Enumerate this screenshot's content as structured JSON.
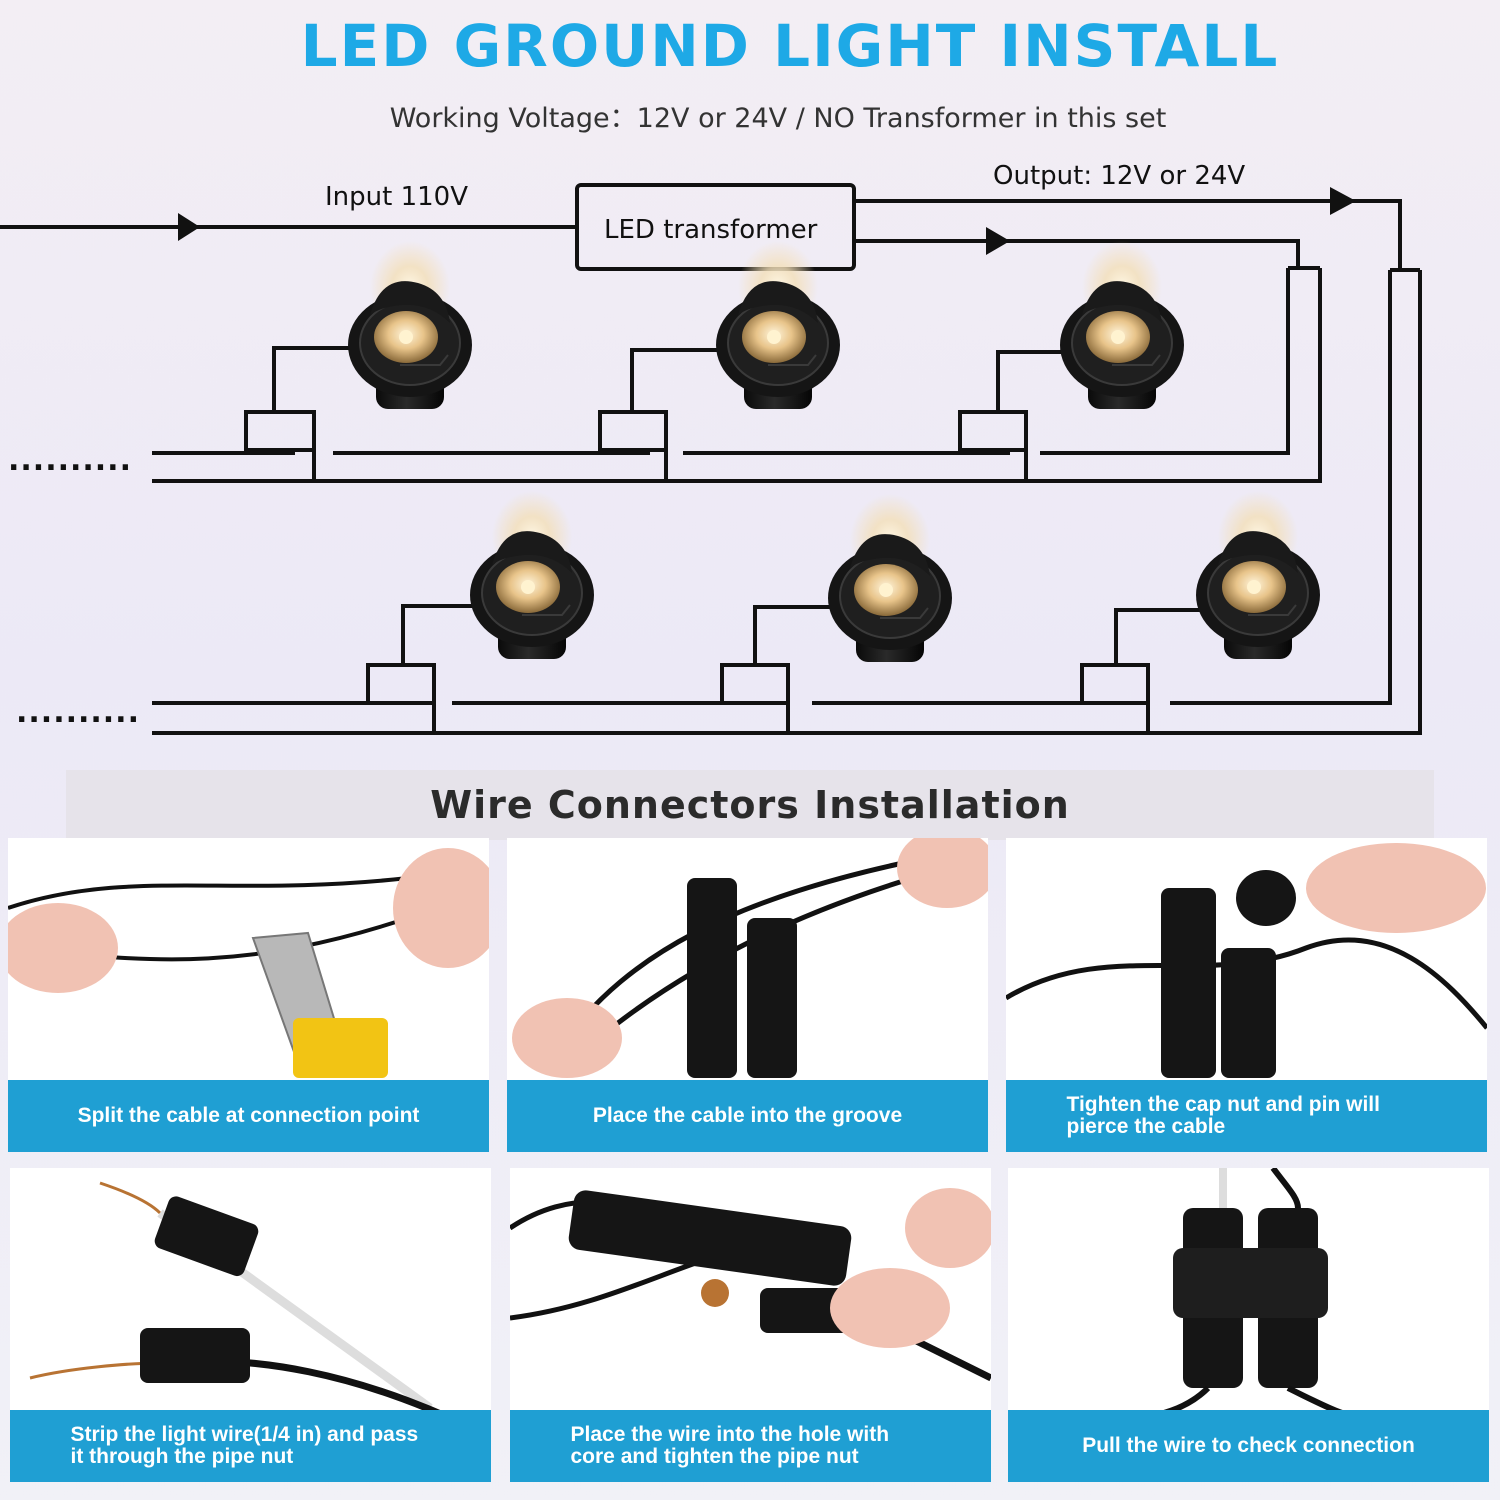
{
  "header": {
    "title": "LED GROUND LIGHT INSTALL",
    "subtitle": "Working Voltage：12V or 24V / NO Transformer in this set"
  },
  "diagram": {
    "input_label": "Input 110V",
    "transformer_label": "LED  transformer",
    "output_label": "Output: 12V or 24V",
    "continuation": "..........",
    "light_color": "#111111",
    "wire_color": "#111111"
  },
  "connectors": {
    "section_title": "Wire Connectors Installation",
    "caption_color": "#1f9fd3",
    "steps": [
      {
        "caption": "Split the cable at connection point"
      },
      {
        "caption": "Place the cable into the groove"
      },
      {
        "caption": "Tighten the cap nut and pin will pierce the cable"
      },
      {
        "caption": "Strip the light wire(1/4 in) and pass it through the pipe nut"
      },
      {
        "caption": "Place the wire into the hole with core and tighten the pipe nut"
      },
      {
        "caption": "Pull the wire to check connection"
      }
    ]
  }
}
